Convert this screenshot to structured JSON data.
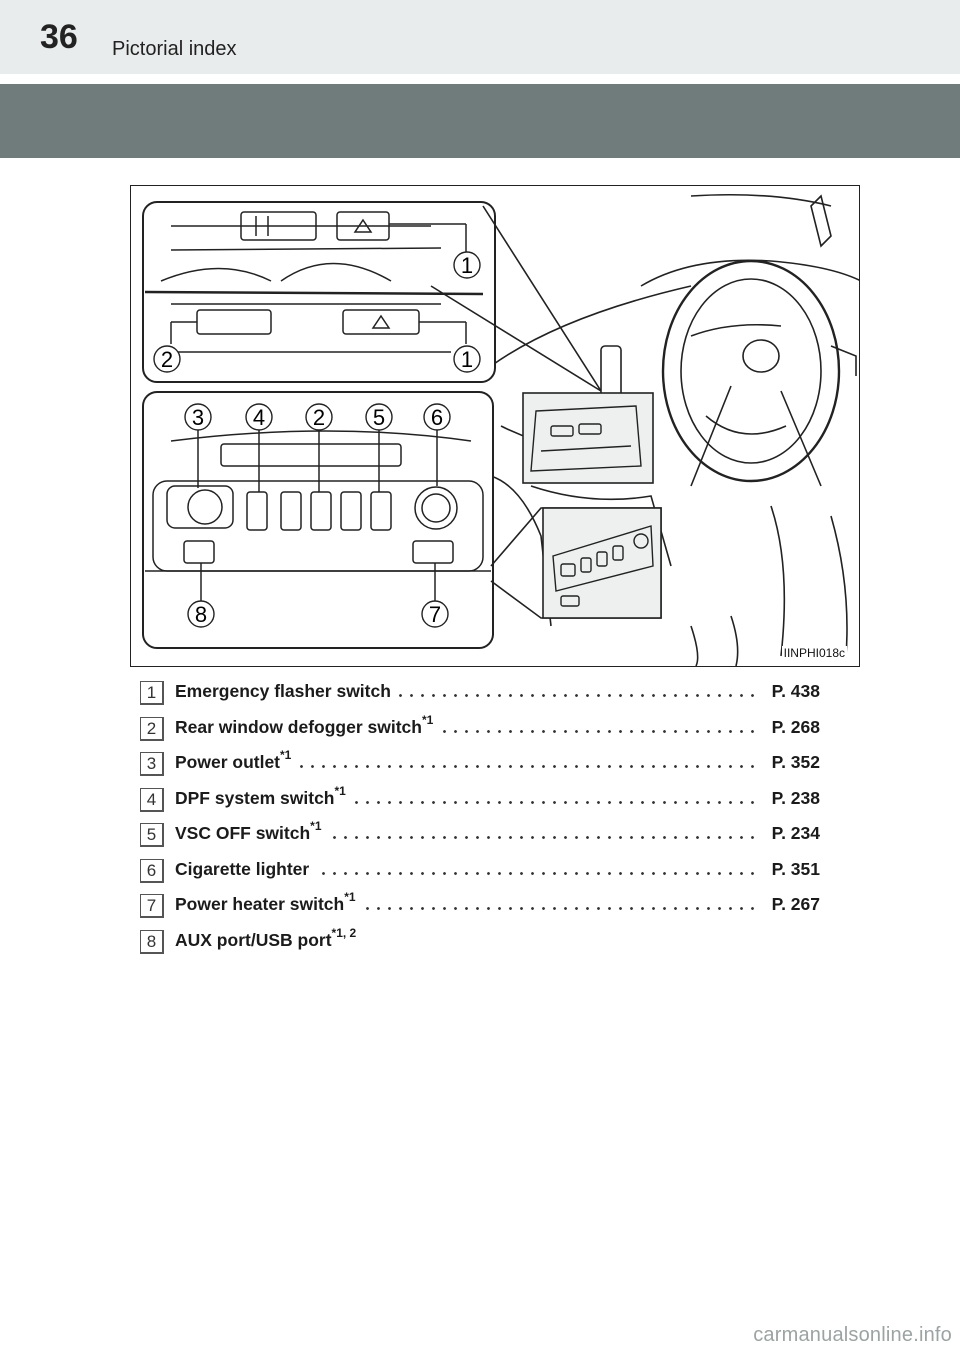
{
  "header": {
    "page_number": "36",
    "section_title": "Pictorial index"
  },
  "figure": {
    "code": "IINPHI018c",
    "callouts": [
      "1",
      "2",
      "1",
      "3",
      "4",
      "2",
      "5",
      "6",
      "8",
      "7"
    ]
  },
  "legend": [
    {
      "num": "1",
      "label": "Emergency flasher switch",
      "sup": "",
      "page": "P. 438"
    },
    {
      "num": "2",
      "label": "Rear window defogger switch",
      "sup": "*1",
      "page": "P. 268"
    },
    {
      "num": "3",
      "label": "Power outlet",
      "sup": "*1",
      "page": "P. 352"
    },
    {
      "num": "4",
      "label": "DPF system switch",
      "sup": "*1",
      "page": "P. 238"
    },
    {
      "num": "5",
      "label": "VSC OFF switch",
      "sup": "*1",
      "page": "P. 234"
    },
    {
      "num": "6",
      "label": "Cigarette lighter",
      "sup": "",
      "page": "P. 351"
    },
    {
      "num": "7",
      "label": "Power heater switch",
      "sup": "*1",
      "page": "P. 267"
    },
    {
      "num": "8",
      "label": "AUX port/USB port",
      "sup": "*1, 2",
      "page": ""
    }
  ],
  "watermark": "carmanualsonline.info"
}
